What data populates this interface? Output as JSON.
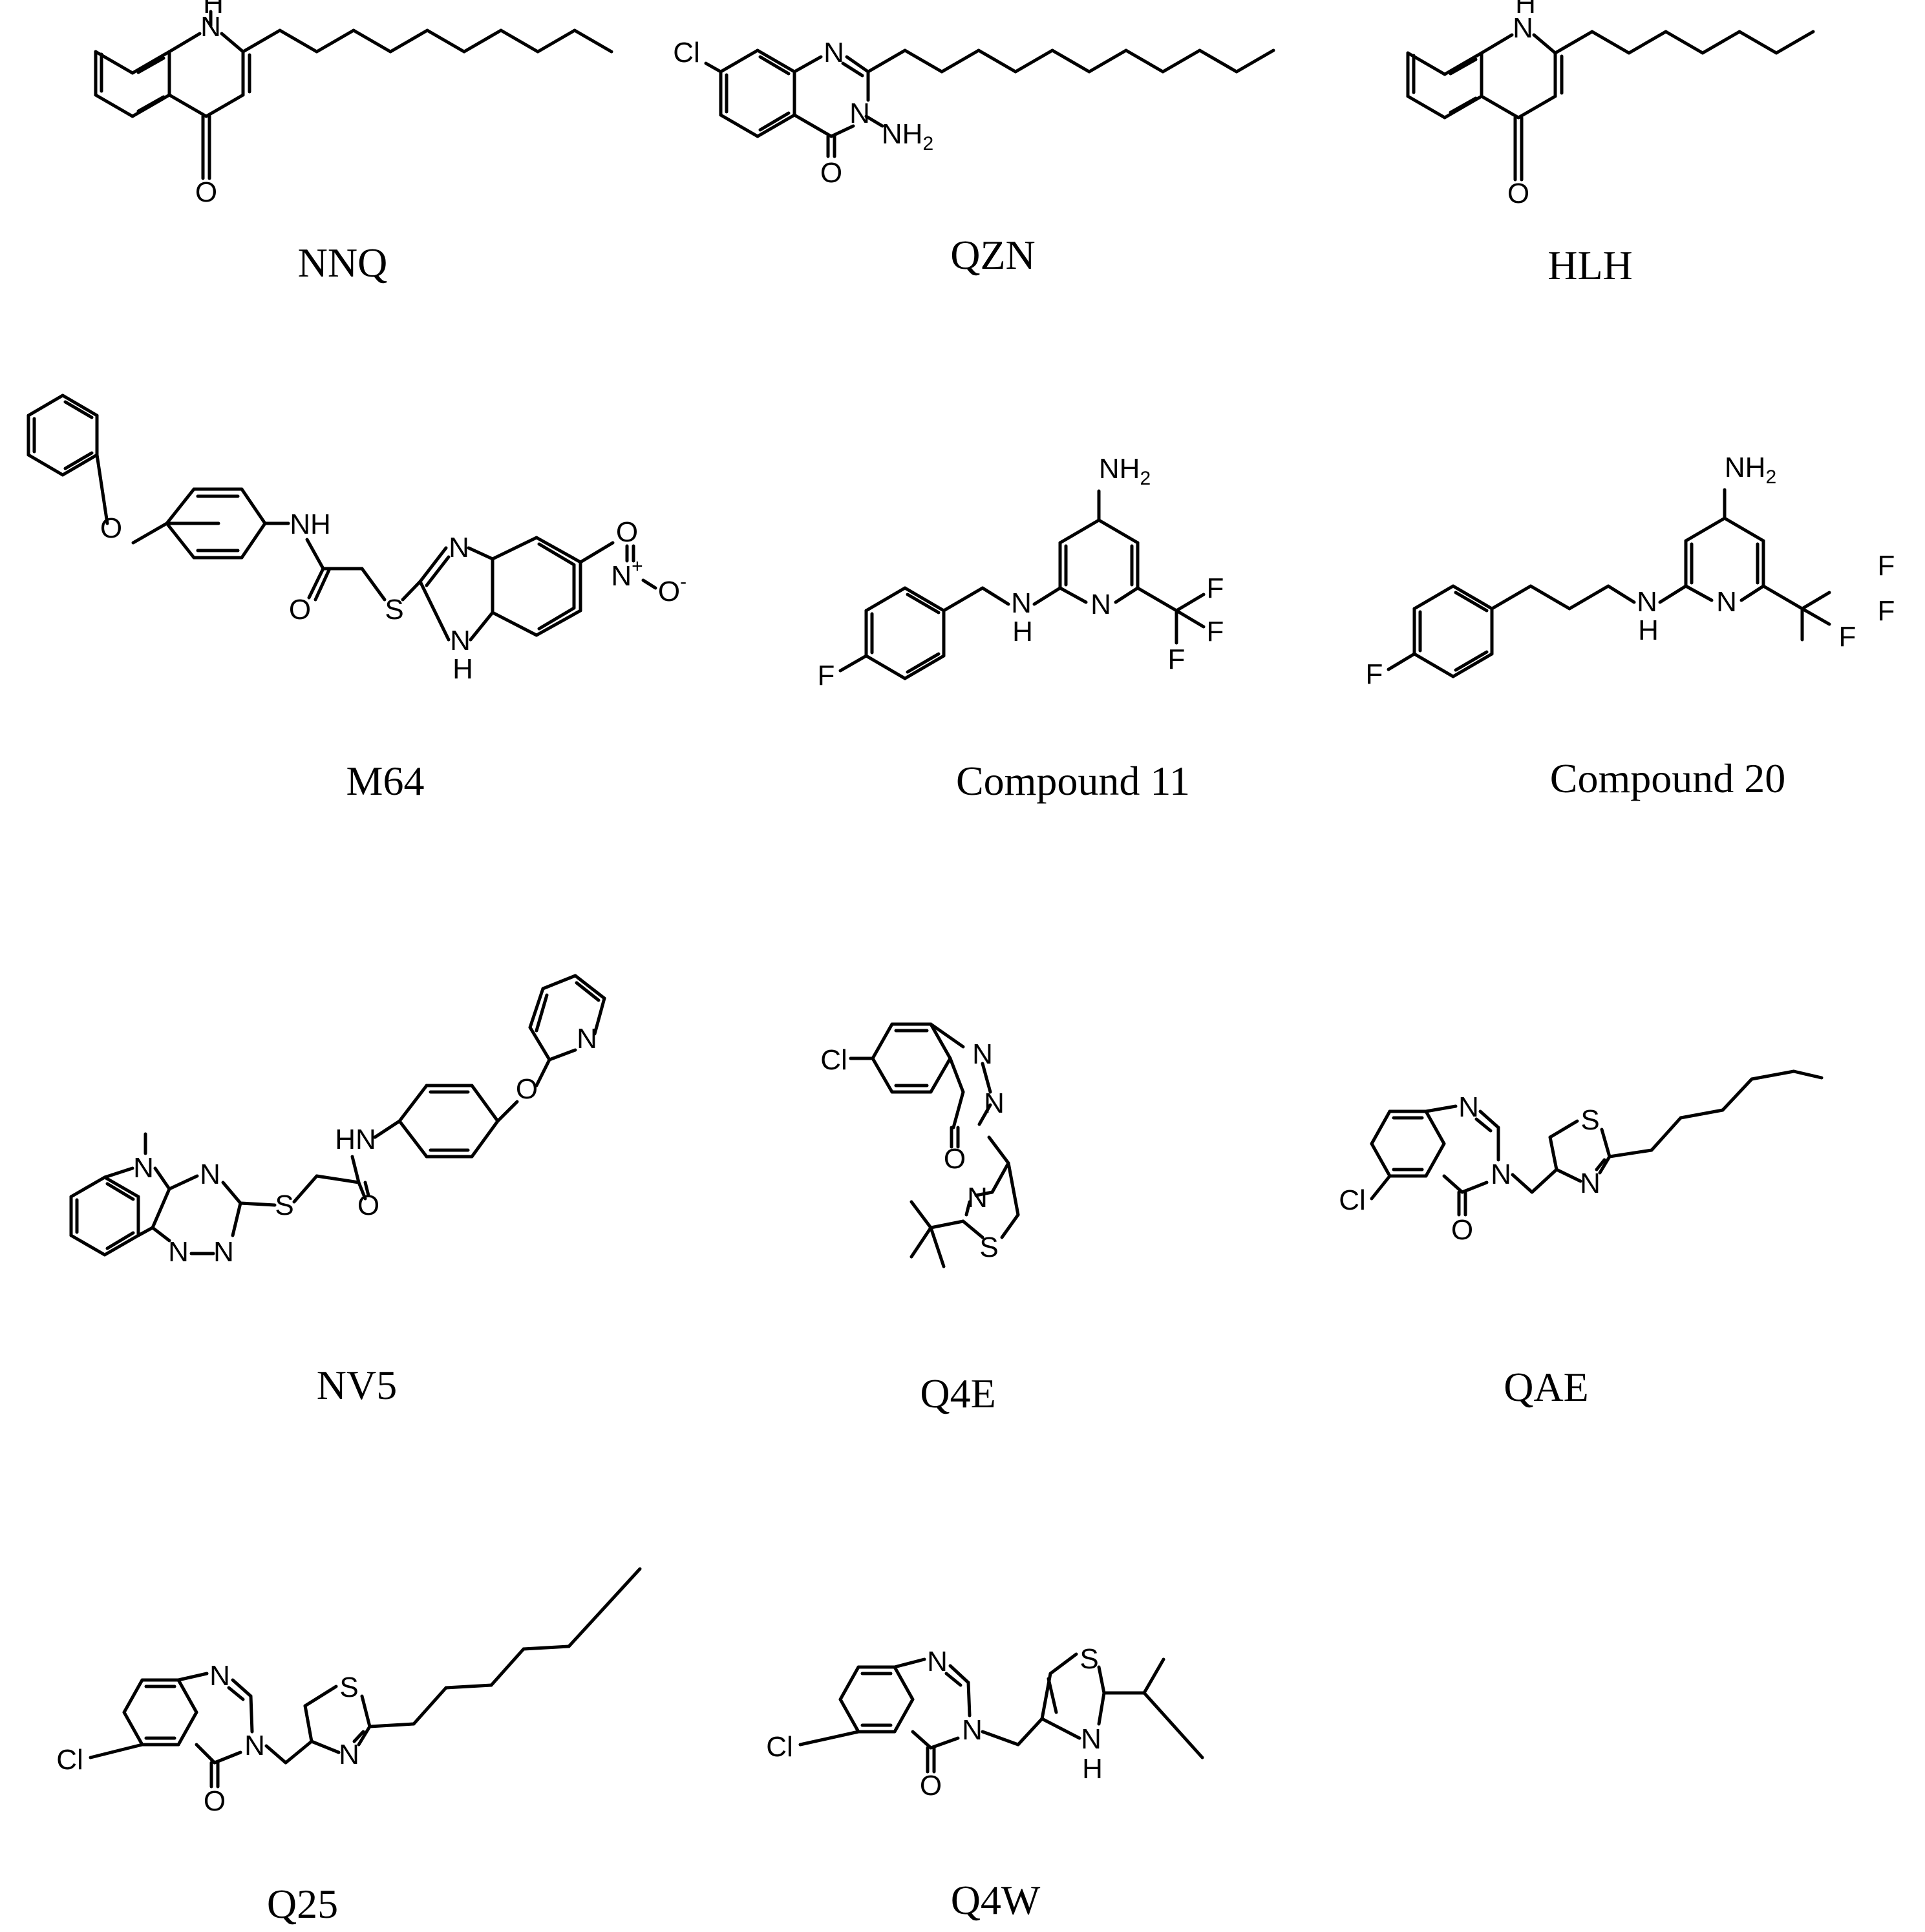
{
  "figure": {
    "compounds": [
      {
        "id": "nnq",
        "name": "NNQ",
        "atoms": {
          "n1": "N",
          "h1": "H",
          "o1": "O"
        }
      },
      {
        "id": "qzn",
        "name": "QZN",
        "atoms": {
          "cl": "Cl",
          "n1": "N",
          "n2": "N",
          "nh2": "NH",
          "nh2_sub": "2",
          "o1": "O"
        }
      },
      {
        "id": "hlh",
        "name": "HLH",
        "atoms": {
          "n1": "N",
          "h1": "H",
          "o1": "O"
        }
      },
      {
        "id": "m64",
        "name": "M64",
        "atoms": {
          "o1": "O",
          "nh": "NH",
          "o2": "O",
          "s1": "S",
          "n1": "N",
          "n2": "N",
          "h2": "H",
          "n3": "N",
          "plus": "+",
          "o3": "O",
          "o4": "O",
          "minus": "-"
        }
      },
      {
        "id": "c11",
        "name": "Compound 11",
        "atoms": {
          "f1": "F",
          "n1": "N",
          "h1": "H",
          "n2": "N",
          "nh2": "NH",
          "nh2_sub": "2",
          "fa": "F",
          "fb": "F",
          "fc": "F"
        }
      },
      {
        "id": "c20",
        "name": "Compound 20",
        "atoms": {
          "f1": "F",
          "n1": "N",
          "h1": "H",
          "n2": "N",
          "nh2": "NH",
          "nh2_sub": "2",
          "fa": "F",
          "fb": "F",
          "fc": "F"
        }
      },
      {
        "id": "nv5",
        "name": "NV5",
        "atoms": {
          "n1": "N",
          "n2": "N",
          "n3": "N",
          "n4": "N",
          "s1": "S",
          "o1": "O",
          "hn": "HN",
          "o2": "O",
          "n5": "N"
        }
      },
      {
        "id": "q4e",
        "name": "Q4E",
        "atoms": {
          "cl": "Cl",
          "n1": "N",
          "n2": "N",
          "o1": "O",
          "n3": "N",
          "s1": "S"
        }
      },
      {
        "id": "qae",
        "name": "QAE",
        "atoms": {
          "cl": "Cl",
          "n1": "N",
          "n2": "N",
          "o1": "O",
          "s1": "S",
          "n3": "N"
        }
      },
      {
        "id": "q25",
        "name": "Q25",
        "atoms": {
          "cl": "Cl",
          "n1": "N",
          "n2": "N",
          "o1": "O",
          "s1": "S",
          "n3": "N"
        }
      },
      {
        "id": "q4w",
        "name": "Q4W",
        "atoms": {
          "cl": "Cl",
          "n1": "N",
          "n2": "N",
          "o1": "O",
          "s1": "S",
          "n3": "N",
          "h1": "H"
        }
      }
    ]
  }
}
